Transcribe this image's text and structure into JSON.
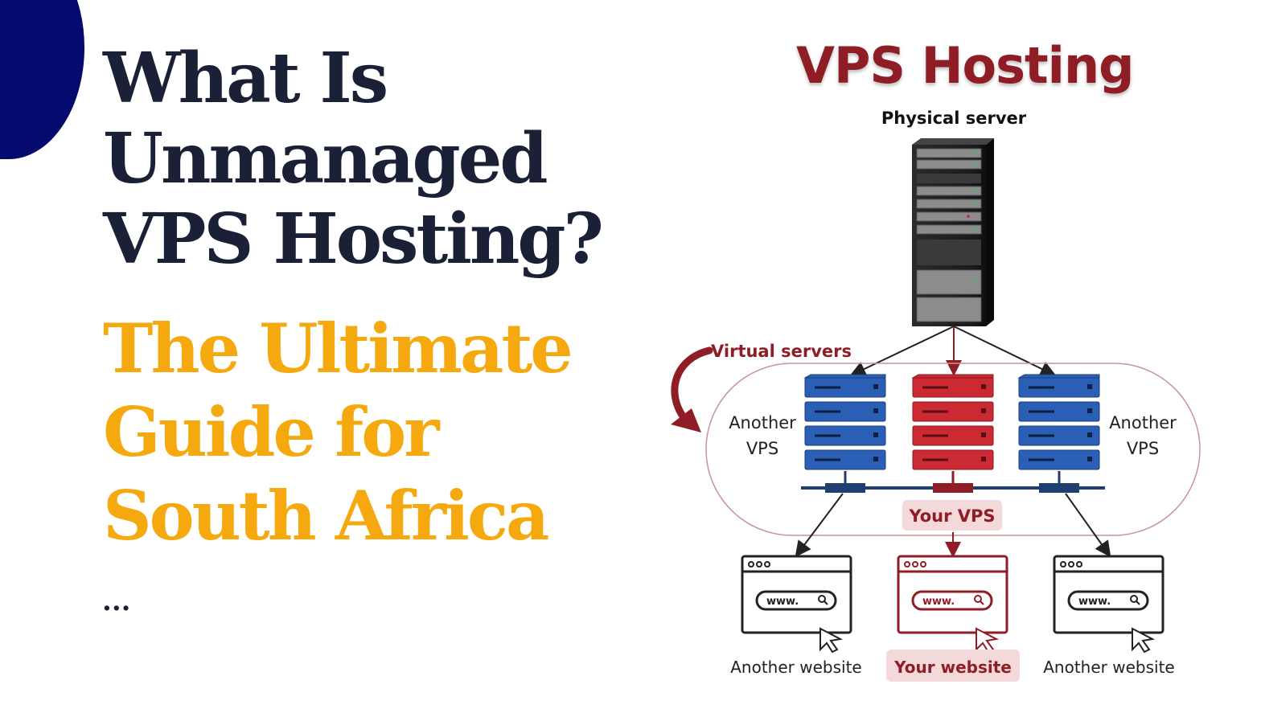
{
  "left": {
    "title_lines": [
      "What Is",
      "Unmanaged",
      "VPS Hosting?"
    ],
    "subtitle_lines": [
      "The Ultimate",
      "Guide for",
      "South Africa"
    ],
    "ellipsis": "..."
  },
  "diagram": {
    "title": "VPS Hosting",
    "physical_server_label": "Physical server",
    "virtual_servers_label": "Virtual servers",
    "vps_left_label": [
      "Another",
      "VPS"
    ],
    "vps_right_label": [
      "Another",
      "VPS"
    ],
    "your_vps_label": "Your VPS",
    "browser_url": "www.",
    "website_labels": [
      "Another website",
      "Your website",
      "Another website"
    ],
    "colors": {
      "navy_blob": "#050a6e",
      "headline": "#1a2035",
      "accent_orange": "#f6a90e",
      "maroon": "#8f1d25",
      "blue_server": "#2a5fb5",
      "red_server": "#cc2a33",
      "highlight_pill": "#f3d9da"
    }
  }
}
